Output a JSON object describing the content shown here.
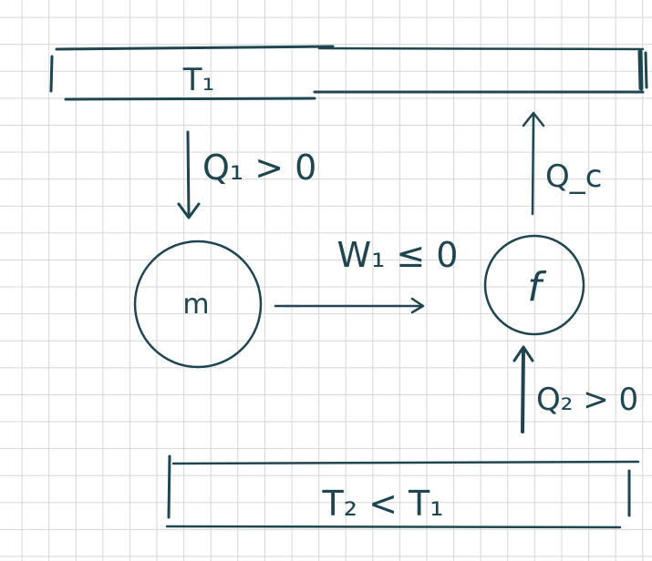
{
  "diagram": {
    "ink_color": "#1f4550",
    "grid_color": "#d6d6d6",
    "background_color": "#ffffff",
    "hot_reservoir": {
      "label": "T₁"
    },
    "cold_reservoir": {
      "label": "T₂ < T₁"
    },
    "machine_m": {
      "label": "m"
    },
    "machine_f": {
      "label": "f"
    },
    "heat_q1": {
      "label": "Q₁ > 0"
    },
    "heat_qc": {
      "label": "Q_c"
    },
    "heat_q2": {
      "label": "Q₂ > 0"
    },
    "work_w1": {
      "label": "W₁ ≤ 0"
    }
  }
}
